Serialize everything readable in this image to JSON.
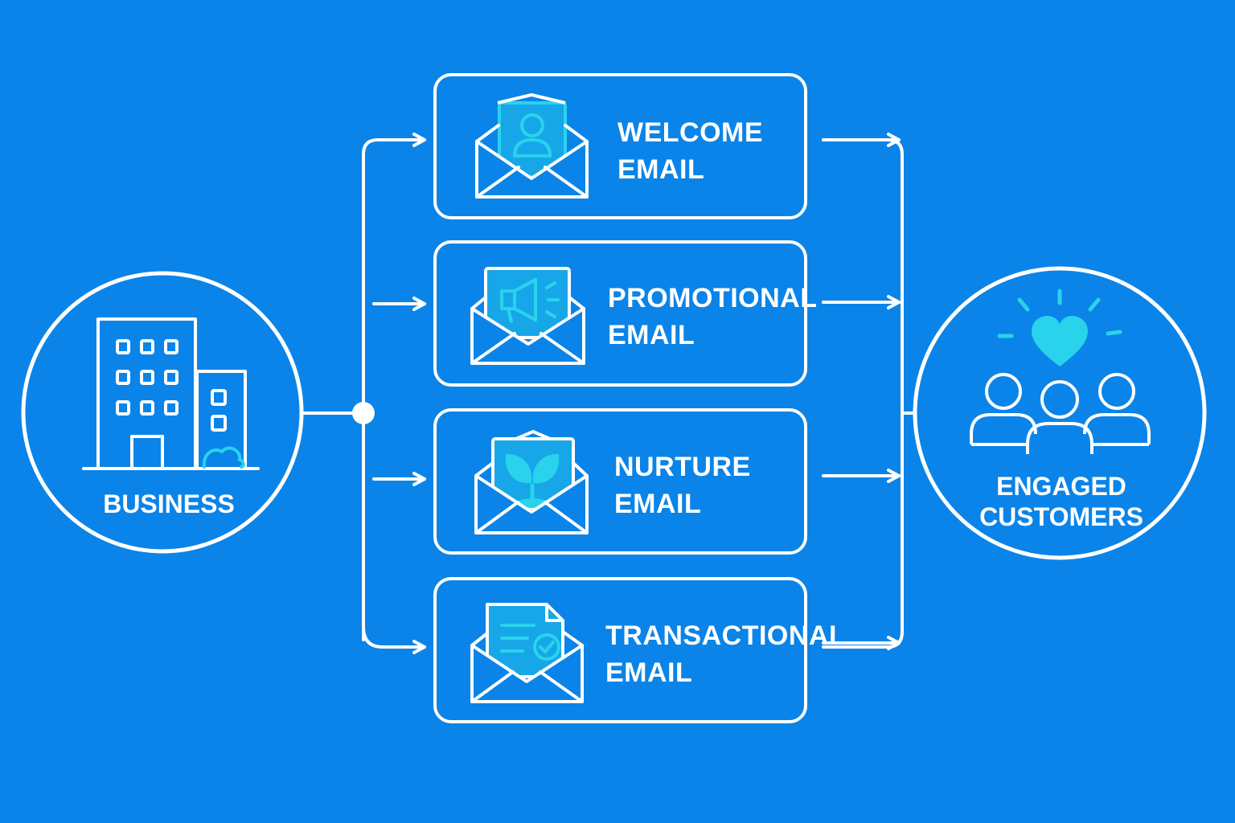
{
  "colors": {
    "background": "#0a84e8",
    "stroke": "#ffffff",
    "accent": "#29d3ec"
  },
  "source": {
    "label": "BUSINESS",
    "icon": "building-icon"
  },
  "target": {
    "line1": "ENGAGED",
    "line2": "CUSTOMERS",
    "icon": "customers-heart-icon"
  },
  "emails": [
    {
      "line1": "WELCOME",
      "line2": "EMAIL",
      "icon": "welcome-envelope-icon"
    },
    {
      "line1": "PROMOTIONAL",
      "line2": "EMAIL",
      "icon": "megaphone-envelope-icon"
    },
    {
      "line1": "NURTURE",
      "line2": "EMAIL",
      "icon": "sprout-envelope-icon"
    },
    {
      "line1": "TRANSACTIONAL",
      "line2": "EMAIL",
      "icon": "receipt-envelope-icon"
    }
  ]
}
